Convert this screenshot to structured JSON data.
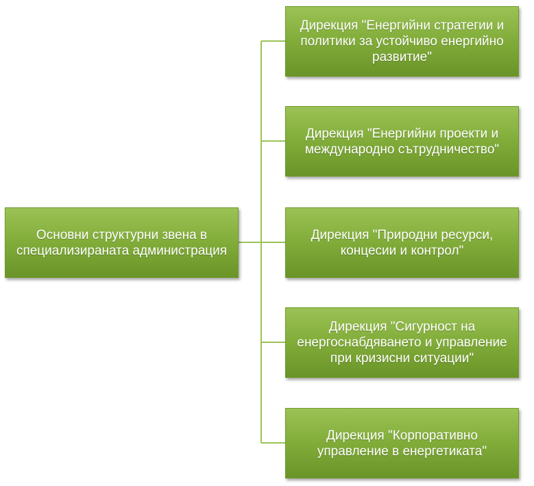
{
  "diagram": {
    "root": {
      "label": "Основни структурни звена в специализираната администрация"
    },
    "children": [
      {
        "label": "Дирекция \"Енергийни стратегии и политики за устойчиво енергийно развитие\""
      },
      {
        "label": "Дирекция \"Енергийни проекти и международно сътрудничество\""
      },
      {
        "label": "Дирекция \"Природни ресурси, концесии и контрол\""
      },
      {
        "label": "Дирекция \"Сигурност на енергоснабдяването и управление при кризисни ситуации\""
      },
      {
        "label": "Дирекция \"Корпоративно управление в енергетиката\""
      }
    ],
    "colors": {
      "box_top": "#9bc255",
      "box_bottom": "#6a9428",
      "connector": "#9bc255",
      "text": "#ffffff"
    }
  }
}
